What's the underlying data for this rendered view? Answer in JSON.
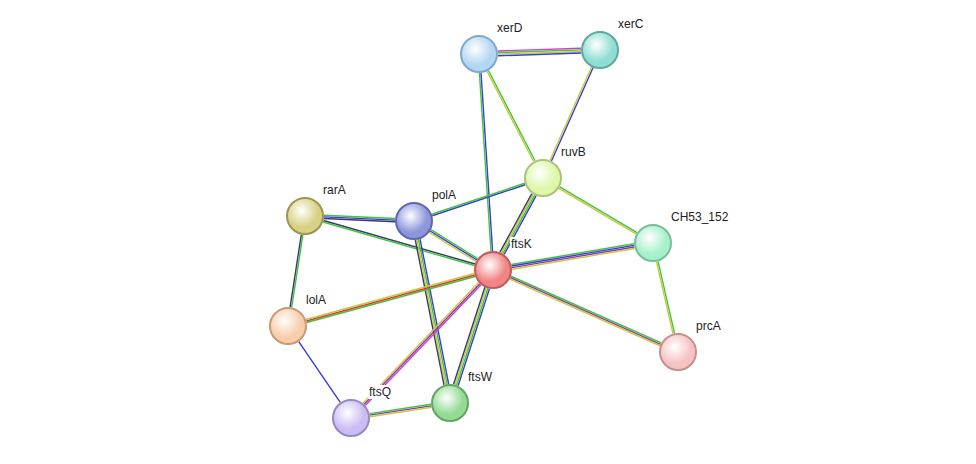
{
  "diagram": {
    "nodes": [
      {
        "text": [
          "xerD"
        ]
      },
      {
        "text": [
          "xerC"
        ]
      },
      {
        "text": [
          "ruvB"
        ]
      },
      {
        "text": [
          "rarA"
        ]
      },
      {
        "text": [
          "polA"
        ]
      },
      {
        "text": [
          "CH53_152"
        ]
      },
      {
        "text": [
          "ftsK"
        ]
      },
      {
        "text": [
          "lolA"
        ]
      },
      {
        "text": [
          "prcA"
        ]
      },
      {
        "text": [
          "ftsQ"
        ]
      },
      {
        "text": [
          "ftsW"
        ]
      }
    ],
    "edges": [
      {
        "from": 0,
        "to": 1,
        "arrow": "none"
      },
      {
        "from": 0,
        "to": 2,
        "arrow": "none"
      },
      {
        "from": 0,
        "to": 6,
        "arrow": "none"
      },
      {
        "from": 1,
        "to": 2,
        "arrow": "none"
      },
      {
        "from": 2,
        "to": 4,
        "arrow": "none"
      },
      {
        "from": 2,
        "to": 6,
        "arrow": "none"
      },
      {
        "from": 2,
        "to": 5,
        "arrow": "none"
      },
      {
        "from": 3,
        "to": 4,
        "arrow": "none"
      },
      {
        "from": 3,
        "to": 6,
        "arrow": "none"
      },
      {
        "from": 3,
        "to": 7,
        "arrow": "none"
      },
      {
        "from": 4,
        "to": 6,
        "arrow": "none"
      },
      {
        "from": 4,
        "to": 10,
        "arrow": "none"
      },
      {
        "from": 6,
        "to": 5,
        "arrow": "none"
      },
      {
        "from": 6,
        "to": 8,
        "arrow": "none"
      },
      {
        "from": 6,
        "to": 7,
        "arrow": "none"
      },
      {
        "from": 6,
        "to": 9,
        "arrow": "none"
      },
      {
        "from": 6,
        "to": 10,
        "arrow": "none"
      },
      {
        "from": 5,
        "to": 8,
        "arrow": "none"
      },
      {
        "from": 7,
        "to": 9,
        "arrow": "none"
      },
      {
        "from": 9,
        "to": 10,
        "arrow": "none"
      }
    ]
  }
}
